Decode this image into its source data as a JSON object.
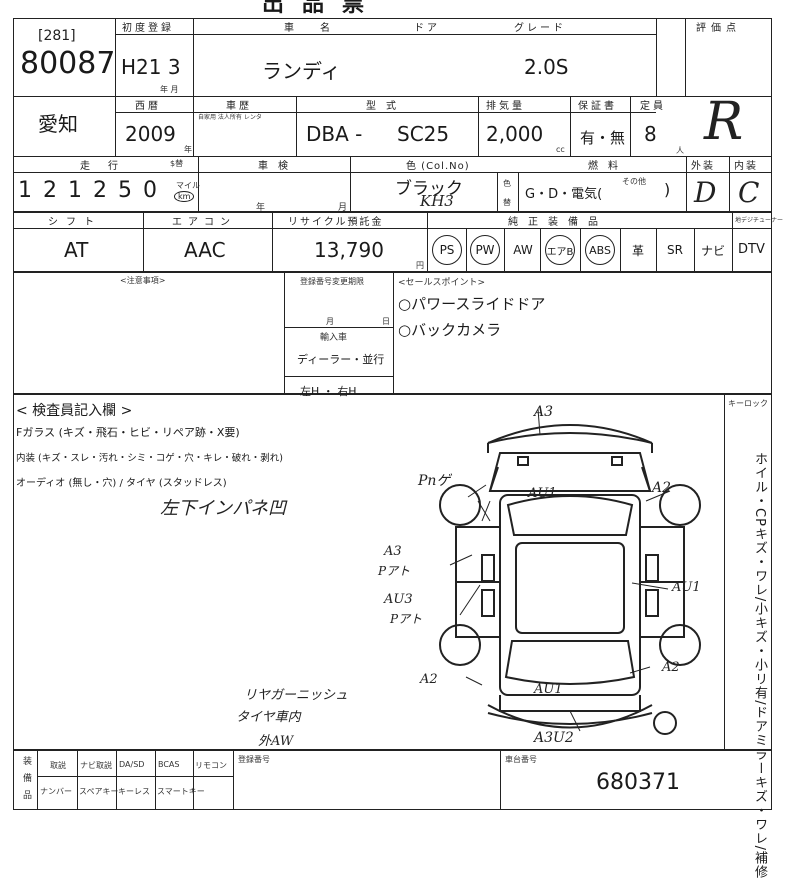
{
  "top_title": "出品票",
  "lot": {
    "bracket": "[281]",
    "number": "80087"
  },
  "first_reg": {
    "label": "初度登録",
    "value": "H21 3",
    "unit": "年 月"
  },
  "car_name": {
    "label": "車名",
    "value": "ランディ"
  },
  "door": {
    "label": "ドア"
  },
  "grade": {
    "label": "グレード",
    "value": "2.0S"
  },
  "score": {
    "label": "評価点",
    "value": "R"
  },
  "region": {
    "value": "愛知"
  },
  "year": {
    "label": "西暦",
    "value": "2009",
    "unit": "年"
  },
  "chassis": {
    "label": "車歴",
    "sub": "自家用 法人所有 レンタ"
  },
  "model": {
    "label": "型式",
    "prefix": "DBA -",
    "value": "SC25"
  },
  "displacement": {
    "label": "排気量",
    "value": "2,000",
    "unit": "cc"
  },
  "warranty": {
    "label": "保証書",
    "value": "有・無"
  },
  "capacity": {
    "label": "定員",
    "value": "8",
    "unit": "人"
  },
  "mileage": {
    "label": "走行",
    "value": "1 2 1 2 5 0",
    "unit_mile": "マイル",
    "unit_km": "km",
    "meter": "$替"
  },
  "inspection": {
    "label": "車検",
    "year": "年",
    "month": "月"
  },
  "color": {
    "label": "色 (Col.No)",
    "value": "ブラック",
    "code": "KH3",
    "side_top": "色",
    "side_bot": "替"
  },
  "fuel": {
    "label": "燃料",
    "value": "G・D・電気(",
    "other": "その他",
    "close": ")"
  },
  "exterior": {
    "label": "外装",
    "value": "D"
  },
  "interior": {
    "label": "内装",
    "value": "C"
  },
  "shift": {
    "label": "シフト",
    "value": "AT"
  },
  "aircon": {
    "label": "エアコン",
    "value": "AAC"
  },
  "recycle": {
    "label": "リサイクル預託金",
    "value": "13,790",
    "unit": "円"
  },
  "equipment": {
    "label": "純正装備品",
    "items": [
      "PS",
      "PW",
      "AW",
      "エアB",
      "ABS",
      "革",
      "SR",
      "ナビ"
    ]
  },
  "tv": {
    "label": "地デジチューナー",
    "value": "DTV"
  },
  "notes": {
    "label": "<注意事項>"
  },
  "reg_change": {
    "label": "登録番号変更期限",
    "month": "月",
    "day": "日"
  },
  "import": {
    "label": "輸入車",
    "dealer": "ディーラー・並行",
    "hand": "左H ・ 右H"
  },
  "sales": {
    "label": "<セールスポイント>",
    "items": [
      "○パワースライドドア",
      "○バックカメラ"
    ]
  },
  "inspector": {
    "label": "< 検査員記入欄 >",
    "lines": [
      "Fガラス (キズ・飛石・ヒビ・リペア跡・X要)",
      "内装 (キズ・スレ・汚れ・シミ・コゲ・穴・キレ・破れ・剥れ)",
      "オーディオ (無し・穴) / タイヤ (スタッドレス)"
    ],
    "handwritten": "左下インパネ凹"
  },
  "keylock": {
    "label": "キーロック"
  },
  "side_note": "ホイル・CPキズ・ワレ/小キズ・小リ有/ドアミラーキズ・ワレ/補修",
  "diagram": {
    "marks": [
      {
        "id": "mark-a3-front",
        "text": "A3"
      },
      {
        "id": "mark-pnt-door",
        "text": "Pnゲ"
      },
      {
        "id": "mark-au1-hood",
        "text": "AU1"
      },
      {
        "id": "mark-a2-front-right",
        "text": "A2"
      },
      {
        "id": "mark-a3-left-door",
        "text": "A3"
      },
      {
        "id": "mark-pnt-left-1",
        "text": "Pアト"
      },
      {
        "id": "mark-au3-left",
        "text": "AU3"
      },
      {
        "id": "mark-pnt-left-2",
        "text": "Pアト"
      },
      {
        "id": "mark-au1-right",
        "text": "AU1"
      },
      {
        "id": "mark-a2-rear-left",
        "text": "A2"
      },
      {
        "id": "mark-au1-rear",
        "text": "AU1"
      },
      {
        "id": "mark-a2-rear-right",
        "text": "A2"
      },
      {
        "id": "mark-a3u2-rear",
        "text": "A3U2"
      }
    ],
    "rear_note": [
      "リヤガーニッシュ",
      "タイヤ車内",
      "外AW"
    ]
  },
  "footer": {
    "side_label": "装備品",
    "row1": [
      "取説",
      "ナビ取説",
      "DA/SD",
      "BCAS",
      "リモコン"
    ],
    "row2": [
      "ナンバー",
      "スペアキー",
      "キーレス",
      "スマートキー"
    ],
    "reg_no": {
      "label": "登録番号"
    },
    "frame": {
      "label": "車台番号",
      "value": "680371"
    }
  }
}
